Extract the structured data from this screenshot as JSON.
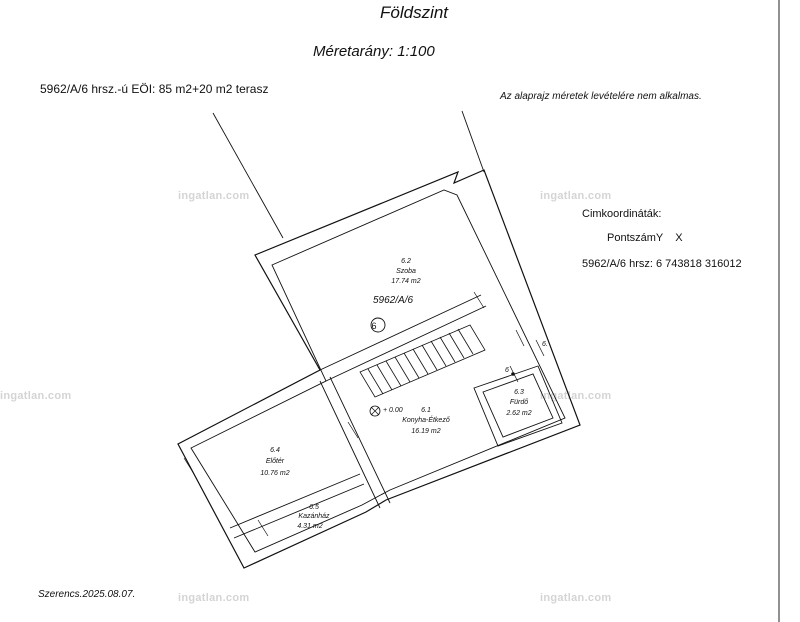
{
  "header": {
    "title": "Földszint",
    "scale": "Méretarány:  1:100",
    "parcel_info": "5962/A/6 hrsz.-ú EÖI: 85 m2+20 m2 terasz",
    "note": "Az alaprajz méretek levételére nem alkalmas."
  },
  "coordinates": {
    "heading": "Cimkoordináták:",
    "columns": "PontszámY    X",
    "row": "5962/A/6 hrsz: 6 743818 316012"
  },
  "plan": {
    "unit_label": "5962/A/6",
    "unit_number": "6",
    "level": "+ 0.00",
    "side_label_1": "6.",
    "side_label_2": "6",
    "rooms": [
      {
        "id": "6.2",
        "name": "Szoba",
        "area": "17.74 m2"
      },
      {
        "id": "6.1",
        "name": "Konyha-Étkező",
        "area": "16.19 m2"
      },
      {
        "id": "6.3",
        "name": "Fürdő",
        "area": "2.62 m2"
      },
      {
        "id": "6.4",
        "name": "Előtér",
        "area": "10.76 m2"
      },
      {
        "id": "6.5",
        "name": "Kazánház",
        "area": "4.31 m2"
      }
    ]
  },
  "footer": {
    "date": "Szerencs.2025.08.07."
  },
  "watermark": "ingatlan.com"
}
